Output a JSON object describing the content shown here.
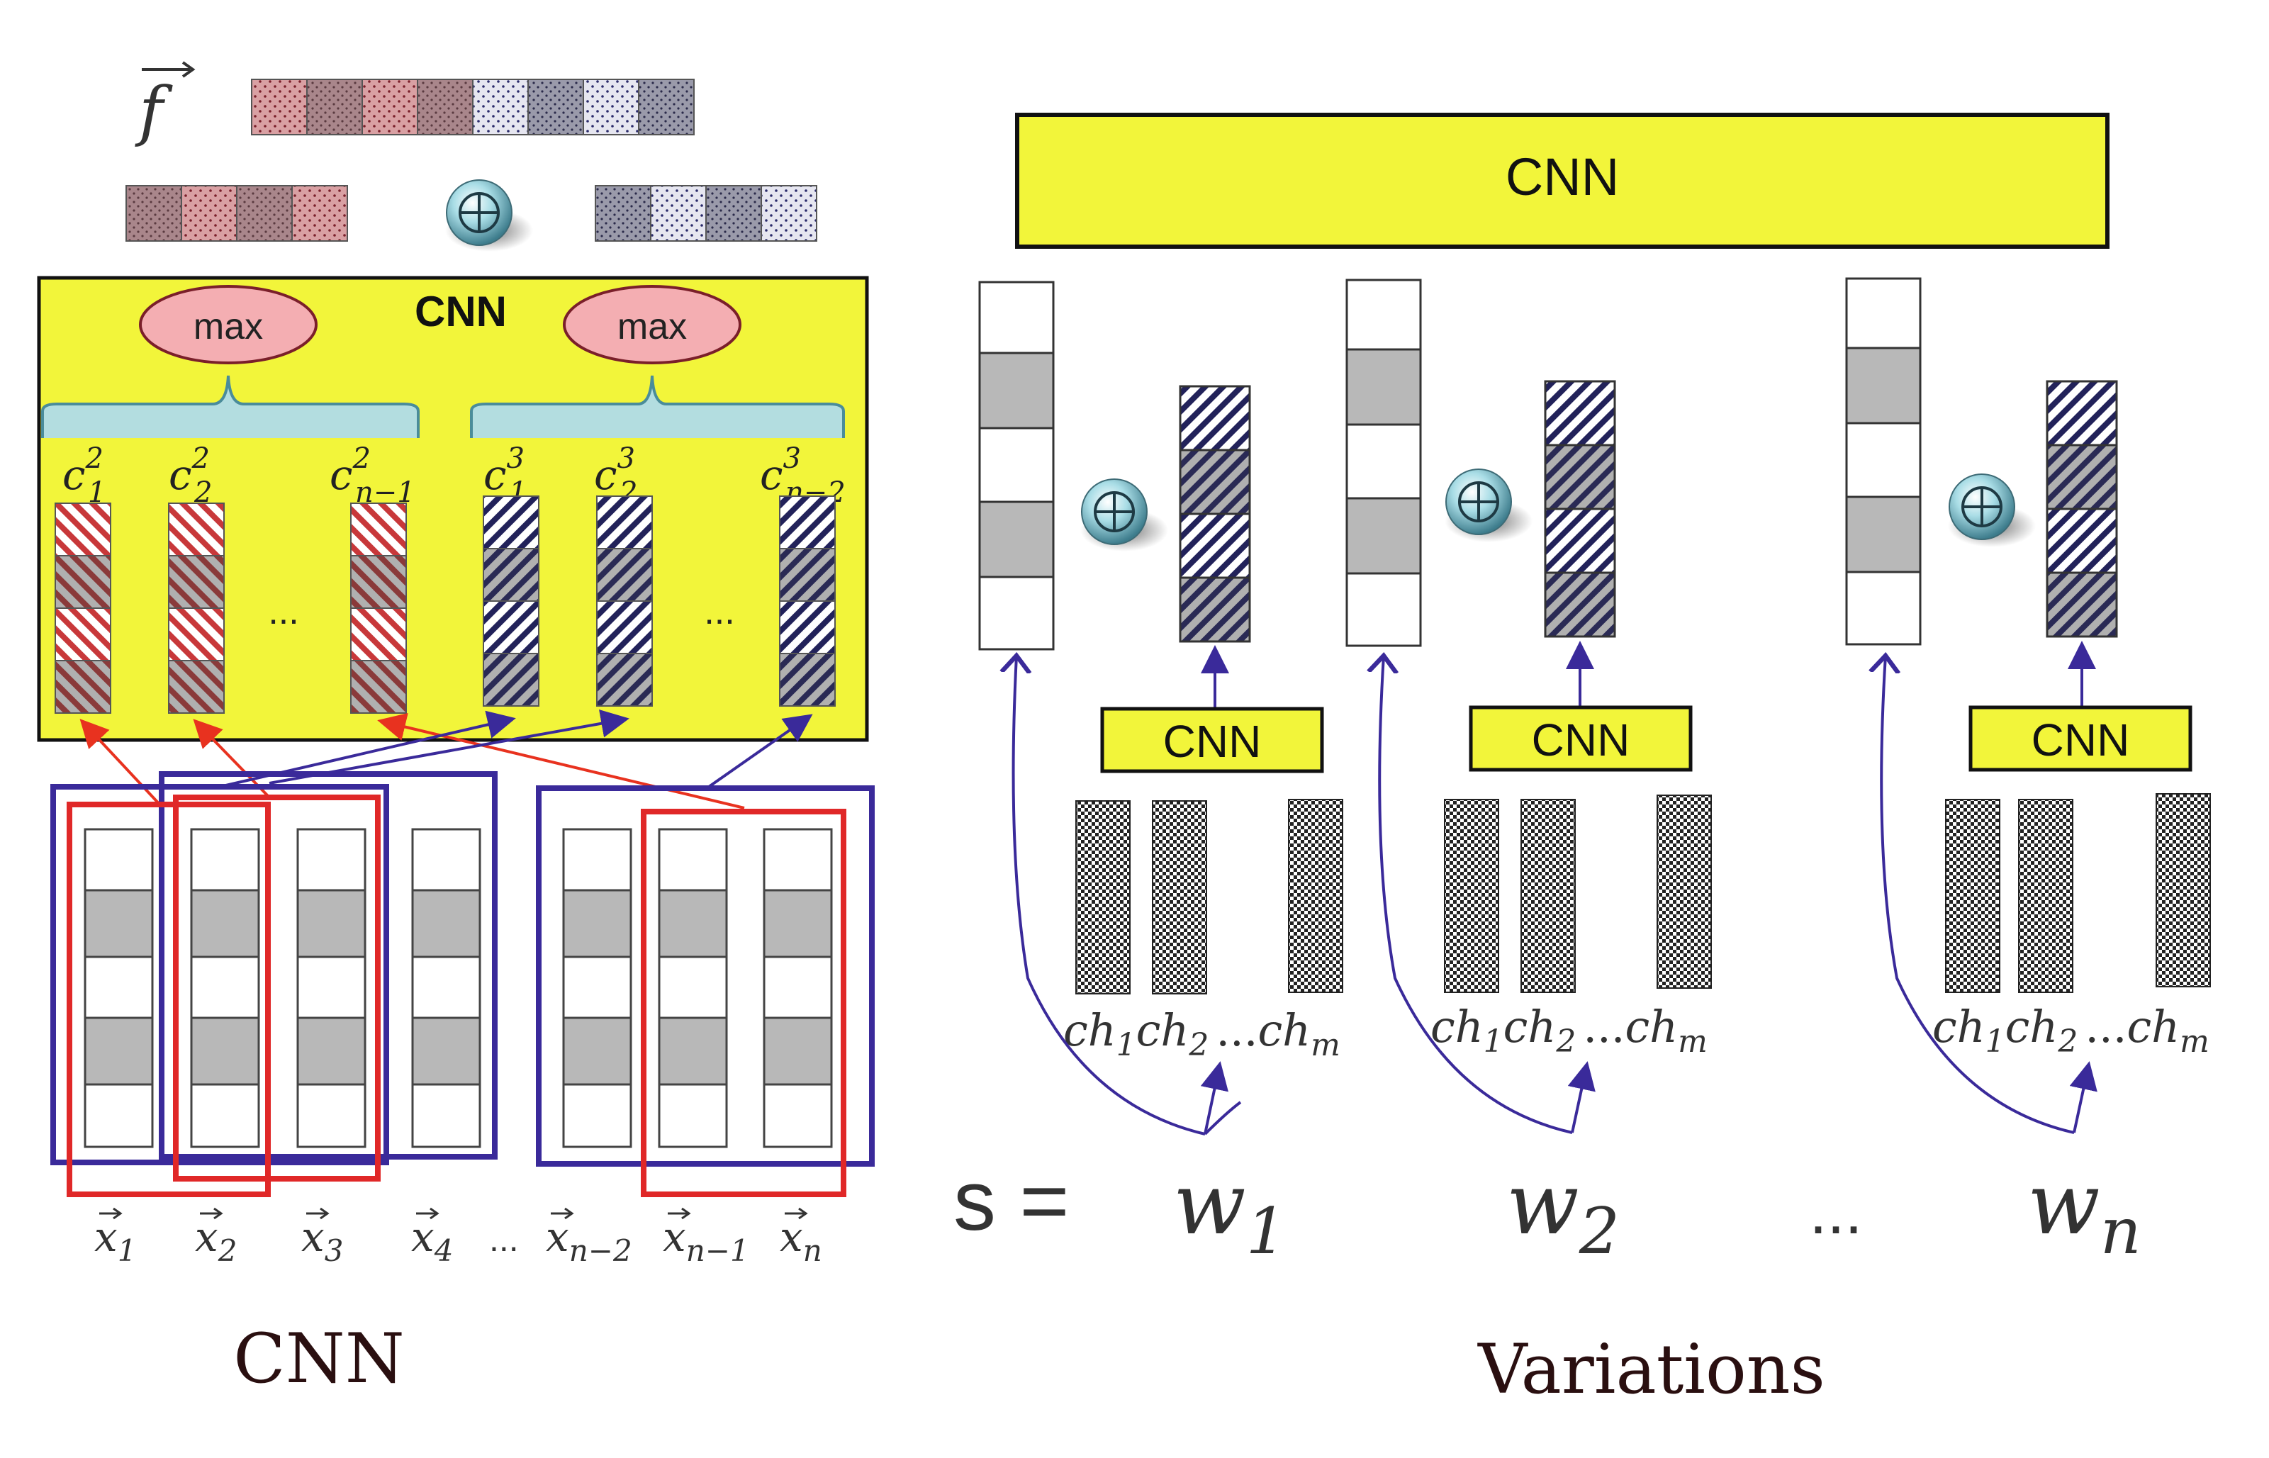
{
  "left_panel": {
    "feature_vector_symbol": "f",
    "cnn_label": "CNN",
    "max_left": "max",
    "max_right": "max",
    "filter2_labels": [
      {
        "base": "c",
        "sub": "1",
        "sup": "2"
      },
      {
        "base": "c",
        "sub": "2",
        "sup": "2"
      },
      {
        "base": "c",
        "sub": "n−1",
        "sup": "2"
      }
    ],
    "filter3_labels": [
      {
        "base": "c",
        "sub": "1",
        "sup": "3"
      },
      {
        "base": "c",
        "sub": "2",
        "sup": "3"
      },
      {
        "base": "c",
        "sub": "n−2",
        "sup": "3"
      }
    ],
    "ellipsis": "...",
    "inputs": [
      {
        "base": "x",
        "sub": "1"
      },
      {
        "base": "x",
        "sub": "2"
      },
      {
        "base": "x",
        "sub": "3"
      },
      {
        "base": "x",
        "sub": "4"
      },
      {
        "base": "x",
        "sub": "n−2"
      },
      {
        "base": "x",
        "sub": "n−1"
      },
      {
        "base": "x",
        "sub": "n"
      }
    ],
    "inputs_ellipsis": "...",
    "caption": "CNN"
  },
  "right_panel": {
    "top_cnn_label": "CNN",
    "char_cnn_label": "CNN",
    "char_labels": {
      "first": {
        "base": "ch",
        "sub": "1"
      },
      "second": {
        "base": "ch",
        "sub": "2"
      },
      "ellipsis": "...",
      "last": {
        "base": "ch",
        "sub": "m"
      }
    },
    "sentence_prefix": "s =",
    "words": [
      {
        "base": "w",
        "sub": "1"
      },
      {
        "base": "w",
        "sub": "2"
      },
      {
        "base": "w",
        "sub": "n"
      }
    ],
    "words_ellipsis": "...",
    "caption": "Variations"
  },
  "colors": {
    "yellow": "#f2f53a",
    "red_arrow": "#e8321f",
    "purple": "#3a2a9a",
    "red_box": "#e02828",
    "grey_cell": "#b8b8b8"
  }
}
